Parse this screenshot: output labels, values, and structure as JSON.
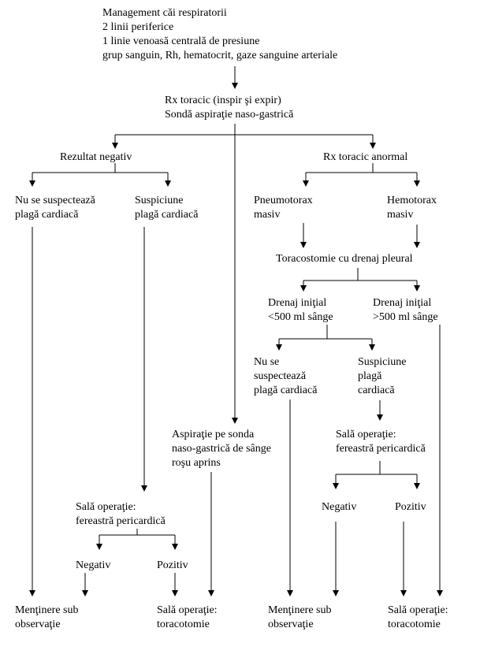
{
  "nodes": {
    "start": [
      "Management căi respiratorii",
      "2 linii periferice",
      "1 linie venoasă centrală de presiune",
      "grup sanguin, Rh, hematocrit, gaze sanguine arteriale"
    ],
    "rx": [
      "Rx toracic (inspir şi expir)",
      "Sondă aspiraţie naso-gastrică"
    ],
    "neg": [
      "Rezultat negativ"
    ],
    "abn": [
      "Rx toracic anormal"
    ],
    "nosusp": [
      "Nu se suspectează",
      "plagă cardiacă"
    ],
    "susp": [
      "Suspiciune",
      "plagă cardiacă"
    ],
    "pneumo": [
      "Pneumotorax",
      "masiv"
    ],
    "hemo": [
      "Hemotorax",
      "masiv"
    ],
    "toraco": [
      "Toracostomie cu drenaj pleural"
    ],
    "dren_low": [
      "Drenaj iniţial",
      "<500 ml sânge"
    ],
    "dren_high": [
      "Drenaj iniţial",
      ">500 ml sânge"
    ],
    "nosusp2": [
      "Nu se",
      "suspectează",
      "plagă cardiacă"
    ],
    "susp2": [
      "Suspiciune",
      "plagă",
      "cardiacă"
    ],
    "aspir": [
      "Aspiraţie pe sonda",
      "naso-gastrică de sânge",
      "roşu aprins"
    ],
    "sala_left": [
      "Sală operaţie:",
      "fereastră pericardică"
    ],
    "sala_right": [
      "Sală operaţie:",
      "fereastră pericardică"
    ],
    "neg_l": [
      "Negativ"
    ],
    "poz_l": [
      "Pozitiv"
    ],
    "neg_r": [
      "Negativ"
    ],
    "poz_r": [
      "Pozitiv"
    ],
    "out1": [
      "Menţinere sub",
      "observaţie"
    ],
    "out2": [
      "Sală operaţie:",
      "toracotomie"
    ],
    "out3": [
      "Menţinere sub",
      "observaţie"
    ],
    "out4": [
      "Sală operaţie:",
      "toracotomie"
    ]
  }
}
